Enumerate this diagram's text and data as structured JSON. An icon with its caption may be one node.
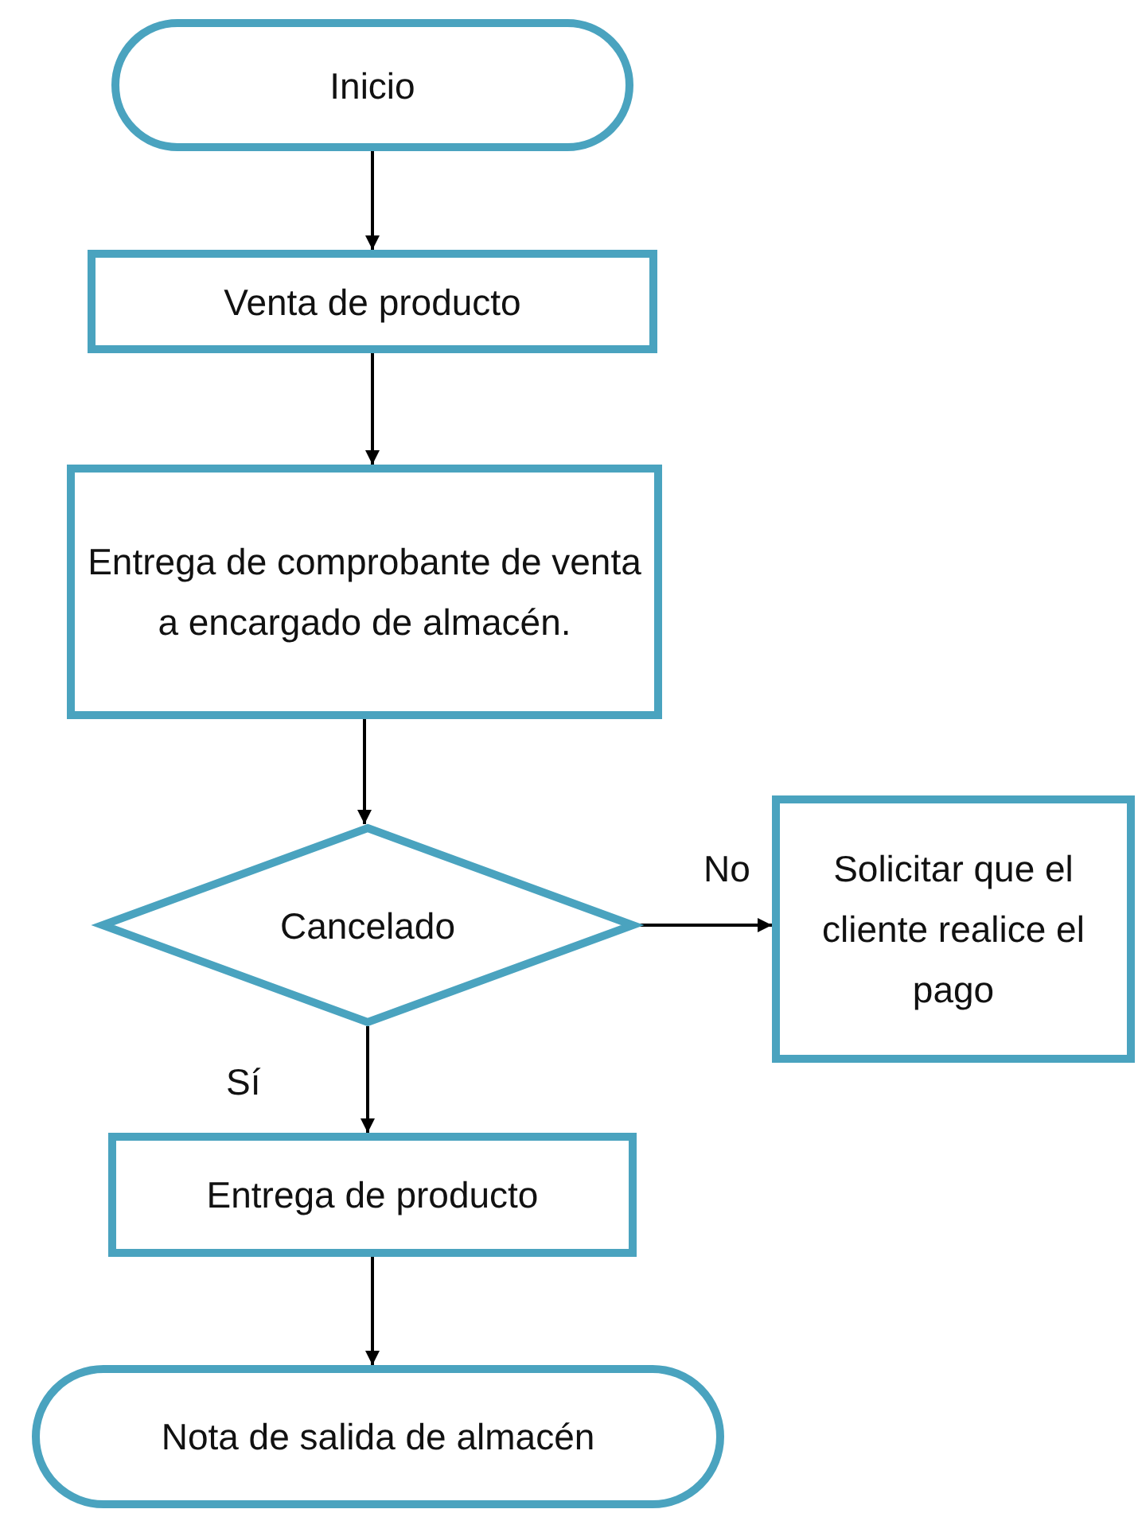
{
  "diagram": {
    "nodes": [
      {
        "text": [
          "Inicio"
        ]
      },
      {
        "text": [
          "Venta de producto"
        ]
      },
      {
        "text": [
          "Entrega de comprobante de venta a encargado de almacén."
        ]
      },
      {
        "text": [
          "Cancelado"
        ]
      },
      {
        "text": [
          "Solicitar que el cliente realice el pago"
        ]
      },
      {
        "text": [
          "Entrega de producto"
        ]
      },
      {
        "text": [
          "Nota de salida de almacén"
        ]
      }
    ],
    "edges": [
      {
        "from": 0,
        "to": 1,
        "arrow": "to"
      },
      {
        "from": 1,
        "to": 2,
        "arrow": "to"
      },
      {
        "from": 2,
        "to": 3,
        "arrow": "to"
      },
      {
        "from": 3,
        "to": 4,
        "arrow": "to",
        "label": "No"
      },
      {
        "from": 3,
        "to": 5,
        "arrow": "to",
        "label": "Sí"
      },
      {
        "from": 5,
        "to": 6,
        "arrow": "to"
      }
    ]
  }
}
